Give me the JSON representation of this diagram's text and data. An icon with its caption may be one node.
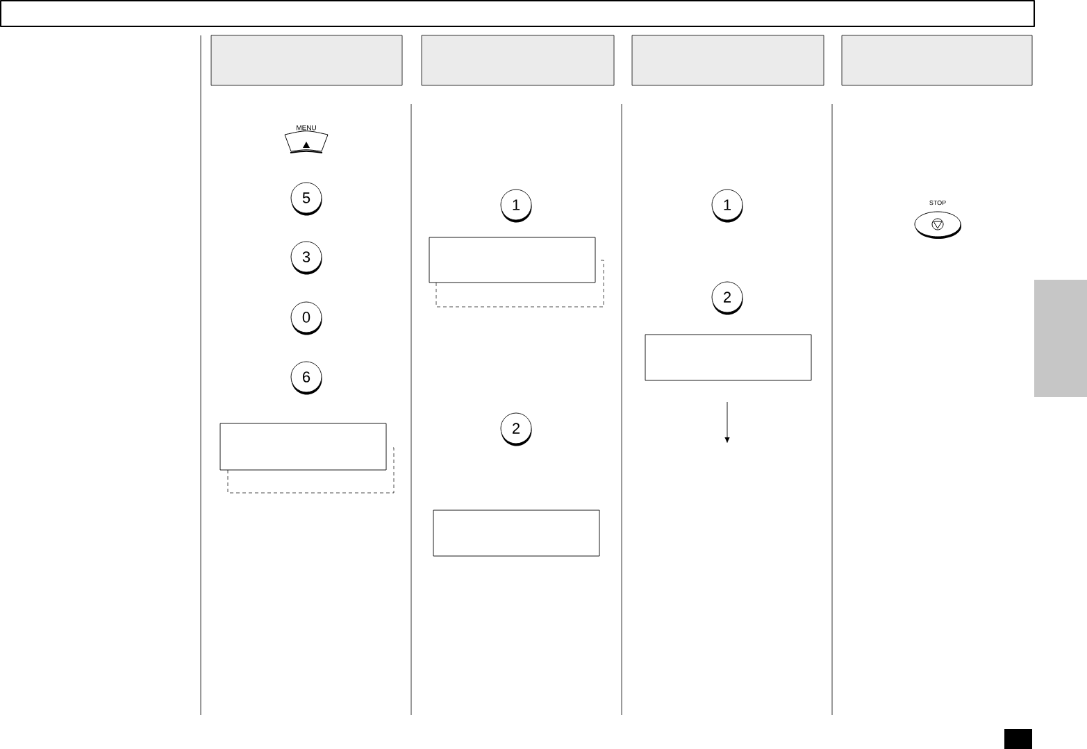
{
  "diagram": {
    "nodes": [
      {
        "text": [
          "MENU"
        ]
      },
      {
        "text": [
          "5"
        ]
      },
      {
        "text": [
          "3"
        ]
      },
      {
        "text": [
          "0"
        ]
      },
      {
        "text": [
          "6"
        ]
      },
      {
        "text": [],
        "shape": "box"
      },
      {
        "text": [
          "1"
        ]
      },
      {
        "text": [],
        "shape": "box"
      },
      {
        "text": [
          "2"
        ]
      },
      {
        "text": [],
        "shape": "box"
      },
      {
        "text": [
          "1"
        ]
      },
      {
        "text": [
          "2"
        ]
      },
      {
        "text": [],
        "shape": "box"
      },
      {
        "text": [
          "STOP"
        ]
      },
      {
        "text": [],
        "shape": "box"
      }
    ]
  }
}
